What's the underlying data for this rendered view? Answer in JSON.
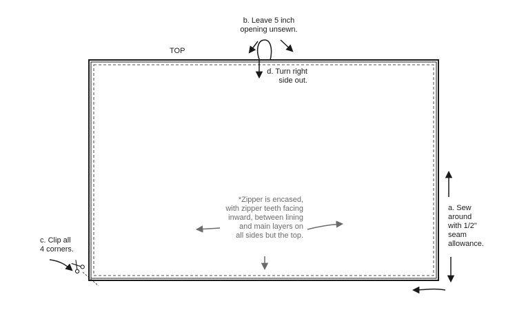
{
  "labels": {
    "top": "TOP",
    "step_b_line1": "b. Leave 5 inch",
    "step_b_line2": "opening unsewn.",
    "step_d_line1": "d. Turn right",
    "step_d_line2": "side out.",
    "note_line1": "*Zipper is encased,",
    "note_line2": "with zipper teeth facing",
    "note_line3": "inward, between lining",
    "note_line4": "and main layers on",
    "note_line5": "all sides but the top.",
    "step_a_line1": "a. Sew",
    "step_a_line2": "around",
    "step_a_line3": "with 1/2\"",
    "step_a_line4": "seam",
    "step_a_line5": "allowance.",
    "step_c_line1": "c. Clip all",
    "step_c_line2": "4 corners."
  },
  "icons": {
    "scissors": "scissors-icon"
  },
  "colors": {
    "ink": "#1a1a1a",
    "note": "#6b6b6b"
  }
}
